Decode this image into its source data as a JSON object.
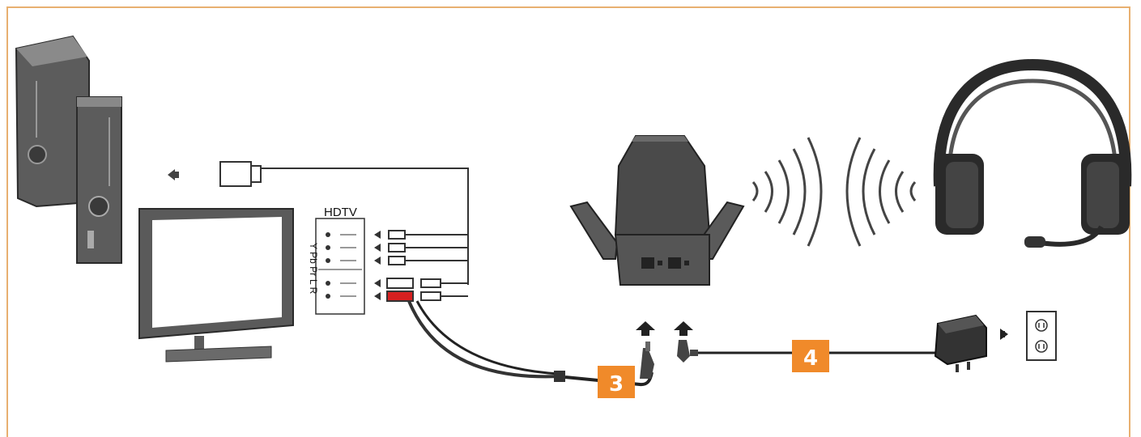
{
  "diagram": {
    "hdtv_label": "HDTV",
    "component_labels": "Y Pb Pr",
    "audio_labels": "L R",
    "steps": [
      {
        "number": "3",
        "description": ""
      },
      {
        "number": "4",
        "description": ""
      }
    ],
    "colors": {
      "frame_border": "#e8b070",
      "step_badge": "#f08a2a",
      "audio_red": "#d62020",
      "device_gray": "#4a4a4a"
    },
    "icons": [
      "xbox-console-icon",
      "tv-icon",
      "hdmi-plug-icon",
      "transmitter-base-icon",
      "wireless-waves-icon",
      "headset-icon",
      "power-adapter-icon",
      "wall-outlet-icon"
    ]
  }
}
